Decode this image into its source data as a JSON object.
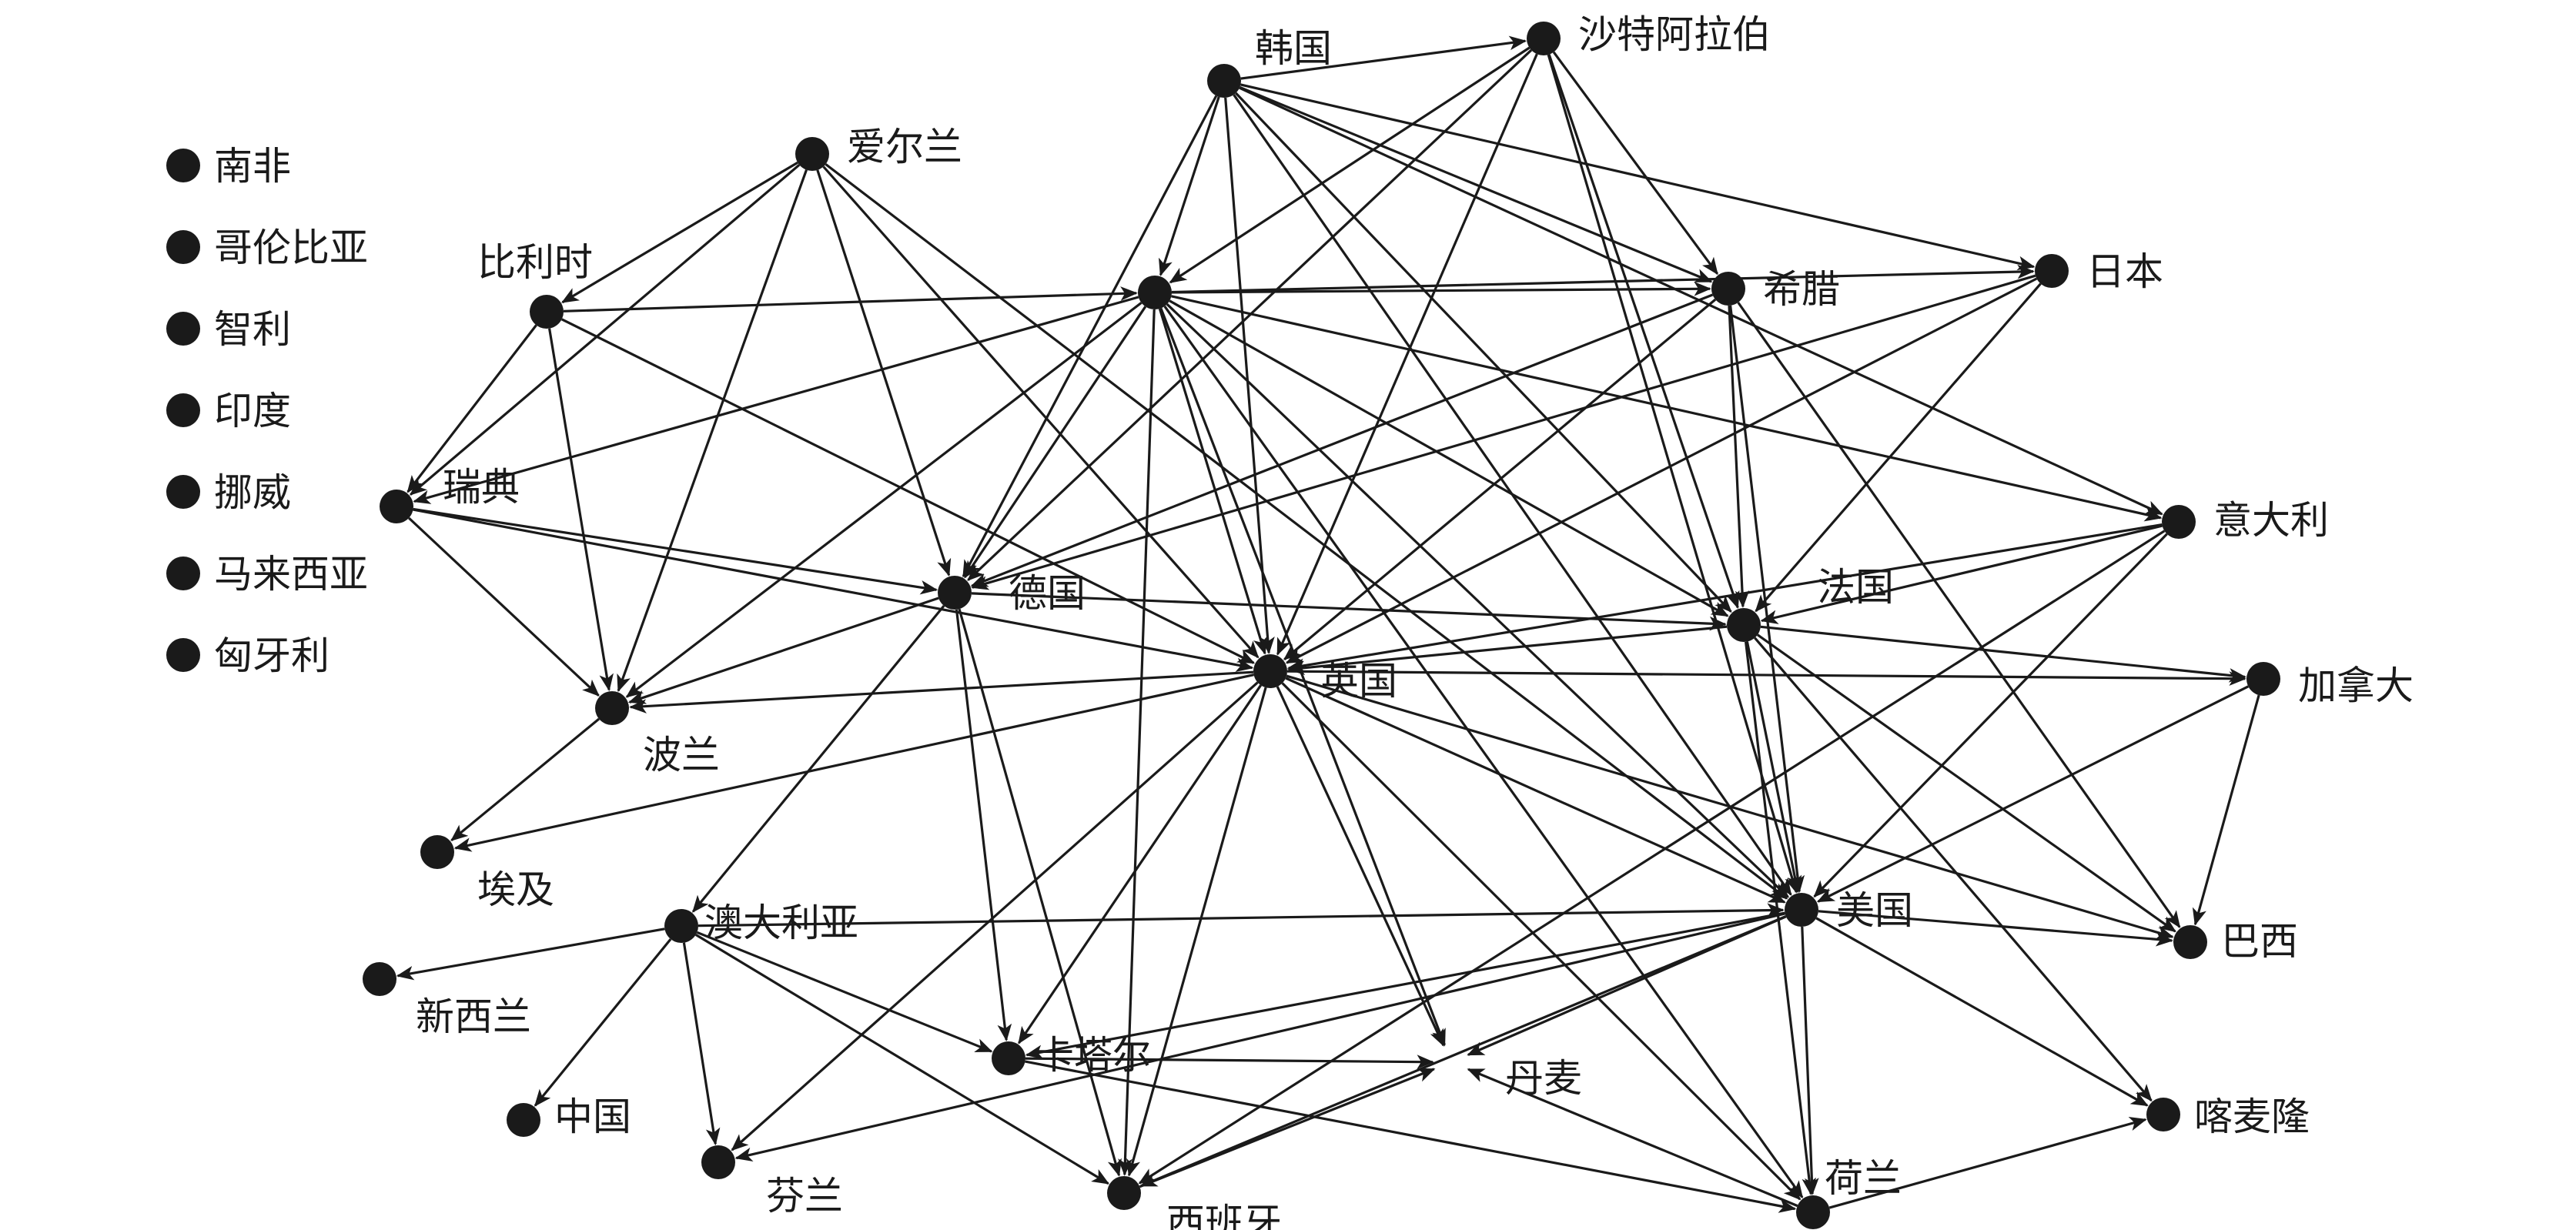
{
  "nodes": [
    {
      "id": "hanguo",
      "label": "韩国"
    },
    {
      "id": "shatealabo",
      "label": "沙特阿拉伯"
    },
    {
      "id": "aierlan",
      "label": "爱尔兰"
    },
    {
      "id": "bilishi",
      "label": "比利时"
    },
    {
      "id": "xila",
      "label": "希腊"
    },
    {
      "id": "riben",
      "label": "日本"
    },
    {
      "id": "deguo_top",
      "label": ""
    },
    {
      "id": "ruidian",
      "label": "瑞典"
    },
    {
      "id": "deguo",
      "label": "德国"
    },
    {
      "id": "yidali",
      "label": "意大利"
    },
    {
      "id": "faguo",
      "label": "法国"
    },
    {
      "id": "yingguo",
      "label": "英国"
    },
    {
      "id": "jianada",
      "label": "加拿大"
    },
    {
      "id": "bolan",
      "label": "波兰"
    },
    {
      "id": "aiji",
      "label": "埃及"
    },
    {
      "id": "aodaliya",
      "label": "澳大利亚"
    },
    {
      "id": "meiguo",
      "label": "美国"
    },
    {
      "id": "baxi",
      "label": "巴西"
    },
    {
      "id": "xinxilan",
      "label": "新西兰"
    },
    {
      "id": "kataer",
      "label": "卡塔尔"
    },
    {
      "id": "danmai",
      "label": "丹麦"
    },
    {
      "id": "zhongguo",
      "label": "中国"
    },
    {
      "id": "kamailong",
      "label": "喀麦隆"
    },
    {
      "id": "fenlan",
      "label": "芬兰"
    },
    {
      "id": "xibanya",
      "label": "西班牙"
    },
    {
      "id": "helan",
      "label": "荷兰"
    }
  ],
  "isolated_nodes": [
    "南非",
    "哥伦比亚",
    "智利",
    "印度",
    "挪威",
    "马来西亚",
    "匈牙利"
  ],
  "edges": [
    [
      "hanguo",
      "shatealabo"
    ],
    [
      "hanguo",
      "riben"
    ],
    [
      "hanguo",
      "xila"
    ],
    [
      "hanguo",
      "yidali"
    ],
    [
      "hanguo",
      "faguo"
    ],
    [
      "hanguo",
      "deguo_top"
    ],
    [
      "hanguo",
      "deguo"
    ],
    [
      "hanguo",
      "yingguo"
    ],
    [
      "hanguo",
      "meiguo"
    ],
    [
      "shatealabo",
      "deguo_top"
    ],
    [
      "shatealabo",
      "xila"
    ],
    [
      "shatealabo",
      "faguo"
    ],
    [
      "shatealabo",
      "deguo"
    ],
    [
      "shatealabo",
      "yingguo"
    ],
    [
      "shatealabo",
      "meiguo"
    ],
    [
      "aierlan",
      "bilishi"
    ],
    [
      "aierlan",
      "ruidian"
    ],
    [
      "aierlan",
      "deguo"
    ],
    [
      "aierlan",
      "bolan"
    ],
    [
      "aierlan",
      "yingguo"
    ],
    [
      "aierlan",
      "meiguo"
    ],
    [
      "bilishi",
      "deguo_top"
    ],
    [
      "bilishi",
      "ruidian"
    ],
    [
      "bilishi",
      "bolan"
    ],
    [
      "bilishi",
      "yingguo"
    ],
    [
      "deguo_top",
      "xila"
    ],
    [
      "deguo_top",
      "riben"
    ],
    [
      "deguo_top",
      "ruidian"
    ],
    [
      "deguo_top",
      "yidali"
    ],
    [
      "deguo_top",
      "deguo"
    ],
    [
      "deguo_top",
      "bolan"
    ],
    [
      "deguo_top",
      "yingguo"
    ],
    [
      "deguo_top",
      "faguo"
    ],
    [
      "deguo_top",
      "meiguo"
    ],
    [
      "deguo_top",
      "xibanya"
    ],
    [
      "deguo_top",
      "helan"
    ],
    [
      "deguo_top",
      "danmai"
    ],
    [
      "xila",
      "deguo"
    ],
    [
      "xila",
      "faguo"
    ],
    [
      "xila",
      "meiguo"
    ],
    [
      "xila",
      "yingguo"
    ],
    [
      "xila",
      "baxi"
    ],
    [
      "riben",
      "deguo"
    ],
    [
      "riben",
      "faguo"
    ],
    [
      "riben",
      "yingguo"
    ],
    [
      "ruidian",
      "bolan"
    ],
    [
      "ruidian",
      "deguo"
    ],
    [
      "ruidian",
      "yingguo"
    ],
    [
      "deguo",
      "faguo"
    ],
    [
      "deguo",
      "bolan"
    ],
    [
      "deguo",
      "aodaliya"
    ],
    [
      "deguo",
      "kataer"
    ],
    [
      "deguo",
      "xibanya"
    ],
    [
      "yidali",
      "yingguo"
    ],
    [
      "yidali",
      "faguo"
    ],
    [
      "yidali",
      "meiguo"
    ],
    [
      "yidali",
      "xibanya"
    ],
    [
      "faguo",
      "yingguo"
    ],
    [
      "faguo",
      "jianada"
    ],
    [
      "faguo",
      "meiguo"
    ],
    [
      "faguo",
      "baxi"
    ],
    [
      "faguo",
      "helan"
    ],
    [
      "faguo",
      "kamailong"
    ],
    [
      "yingguo",
      "jianada"
    ],
    [
      "yingguo",
      "bolan"
    ],
    [
      "yingguo",
      "aiji"
    ],
    [
      "yingguo",
      "meiguo"
    ],
    [
      "yingguo",
      "baxi"
    ],
    [
      "yingguo",
      "xibanya"
    ],
    [
      "yingguo",
      "danmai"
    ],
    [
      "yingguo",
      "fenlan"
    ],
    [
      "yingguo",
      "helan"
    ],
    [
      "yingguo",
      "kataer"
    ],
    [
      "jianada",
      "baxi"
    ],
    [
      "jianada",
      "meiguo"
    ],
    [
      "bolan",
      "aiji"
    ],
    [
      "aodaliya",
      "meiguo"
    ],
    [
      "aodaliya",
      "xinxilan"
    ],
    [
      "aodaliya",
      "zhongguo"
    ],
    [
      "aodaliya",
      "kataer"
    ],
    [
      "aodaliya",
      "fenlan"
    ],
    [
      "aodaliya",
      "xibanya"
    ],
    [
      "meiguo",
      "kataer"
    ],
    [
      "meiguo",
      "baxi"
    ],
    [
      "meiguo",
      "kamailong"
    ],
    [
      "meiguo",
      "fenlan"
    ],
    [
      "meiguo",
      "xibanya"
    ],
    [
      "meiguo",
      "helan"
    ],
    [
      "meiguo",
      "danmai"
    ],
    [
      "kataer",
      "danmai"
    ],
    [
      "kataer",
      "helan"
    ],
    [
      "xibanya",
      "danmai"
    ],
    [
      "helan",
      "kamailong"
    ],
    [
      "helan",
      "danmai"
    ]
  ]
}
